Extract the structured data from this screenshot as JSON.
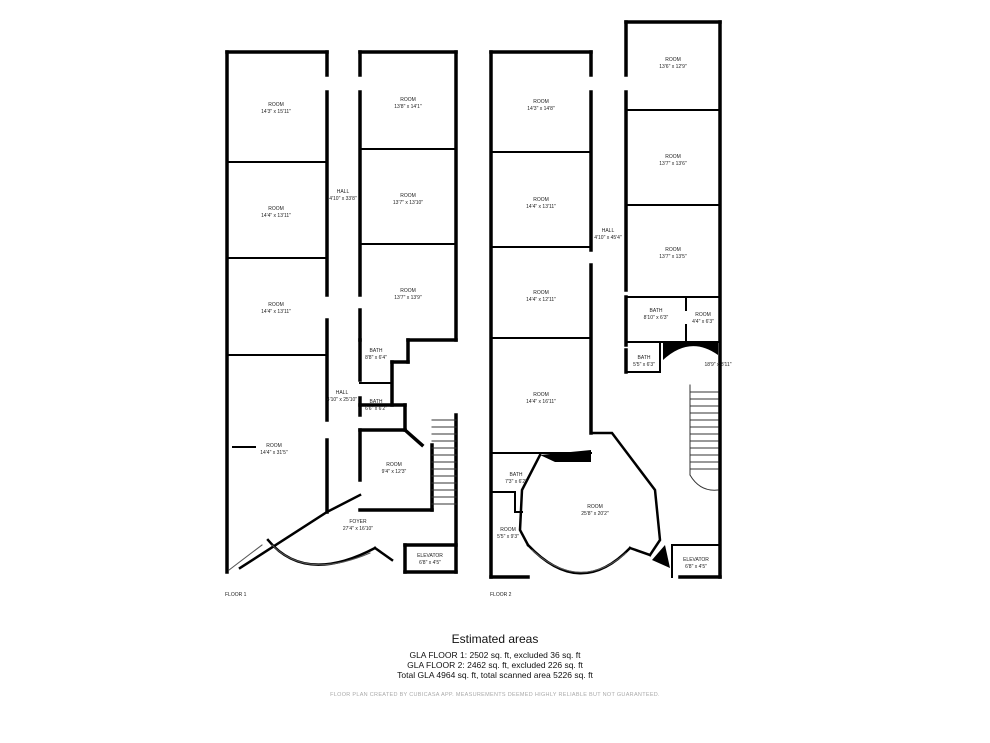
{
  "floors": [
    {
      "label": "FLOOR 1",
      "rooms": [
        {
          "name": "ROOM",
          "dims": "14'3\" x 15'11\""
        },
        {
          "name": "ROOM",
          "dims": "14'4\" x 13'11\""
        },
        {
          "name": "ROOM",
          "dims": "14'4\" x 13'11\""
        },
        {
          "name": "ROOM",
          "dims": "14'4\" x 31'5\""
        },
        {
          "name": "HALL",
          "dims": "4'10\" x 33'8\""
        },
        {
          "name": "HALL",
          "dims": "4'10\" x 25'10\""
        },
        {
          "name": "ROOM",
          "dims": "13'8\" x 14'1\""
        },
        {
          "name": "ROOM",
          "dims": "13'7\" x 13'10\""
        },
        {
          "name": "ROOM",
          "dims": "13'7\" x 13'9\""
        },
        {
          "name": "BATH",
          "dims": "8'8\" x 6'4\""
        },
        {
          "name": "BATH",
          "dims": "6'6\" x 6'2\""
        },
        {
          "name": "ROOM",
          "dims": "9'4\" x 12'3\""
        },
        {
          "name": "FOYER",
          "dims": "27'4\" x 16'10\""
        },
        {
          "name": "ELEVATOR",
          "dims": "6'8\" x 4'5\""
        }
      ]
    },
    {
      "label": "FLOOR 2",
      "rooms": [
        {
          "name": "ROOM",
          "dims": "14'3\" x 14'8\""
        },
        {
          "name": "ROOM",
          "dims": "14'4\" x 13'11\""
        },
        {
          "name": "ROOM",
          "dims": "14'4\" x 12'11\""
        },
        {
          "name": "ROOM",
          "dims": "14'4\" x 16'11\""
        },
        {
          "name": "HALL",
          "dims": "4'10\" x 45'4\""
        },
        {
          "name": "ROOM",
          "dims": "13'6\" x 12'9\""
        },
        {
          "name": "ROOM",
          "dims": "13'7\" x 13'6\""
        },
        {
          "name": "ROOM",
          "dims": "13'7\" x 13'5\""
        },
        {
          "name": "BATH",
          "dims": "8'10\" x 6'3\""
        },
        {
          "name": "ROOM",
          "dims": "4'4\" x 6'3\""
        },
        {
          "name": "BATH",
          "dims": "5'5\" x 6'3\""
        },
        {
          "name": "",
          "dims": "18'9\" x 8'11\""
        },
        {
          "name": "BATH",
          "dims": "7'3\" x 6'2\""
        },
        {
          "name": "ROOM",
          "dims": "5'5\" x 9'3\""
        },
        {
          "name": "ROOM",
          "dims": "25'8\" x 20'2\""
        },
        {
          "name": "ELEVATOR",
          "dims": "6'8\" x 4'5\""
        }
      ]
    }
  ],
  "areas": {
    "title": "Estimated areas",
    "line1": "GLA FLOOR 1: 2502 sq. ft, excluded 36 sq. ft",
    "line2": "GLA FLOOR 2: 2462 sq. ft, excluded 226 sq. ft",
    "line3": "Total GLA 4964 sq. ft, total scanned area 5226 sq. ft"
  },
  "footer": "FLOOR PLAN CREATED BY CUBICASA APP. MEASUREMENTS DEEMED HIGHLY RELIABLE BUT NOT GUARANTEED."
}
